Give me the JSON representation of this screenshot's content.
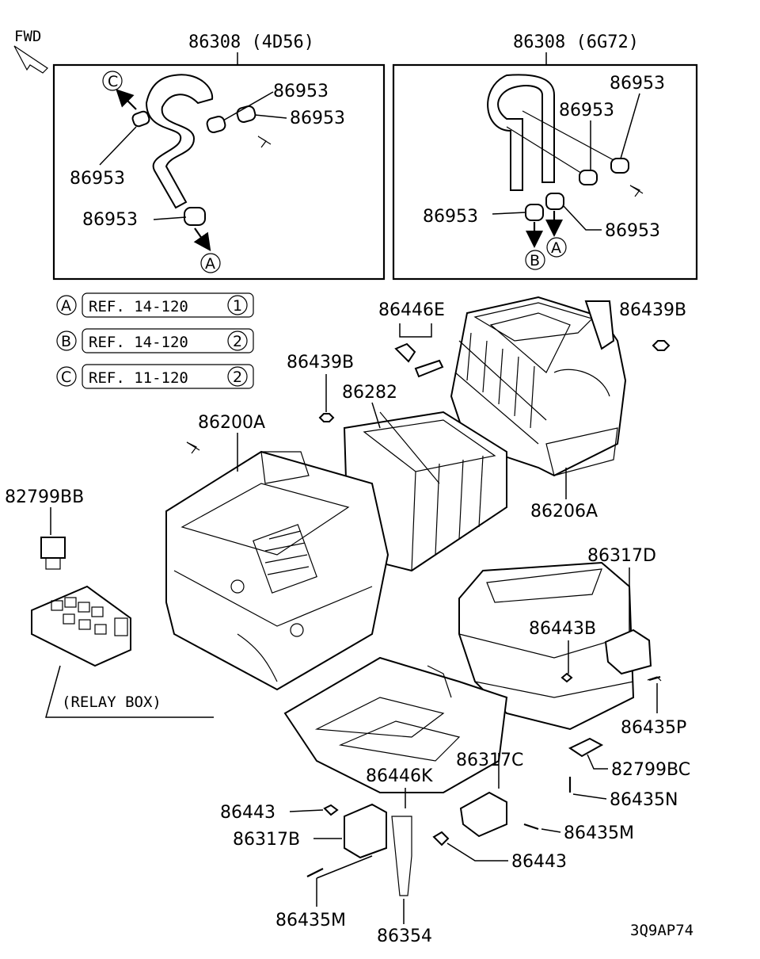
{
  "orientation": {
    "fwd": "FWD"
  },
  "hoses": {
    "left_title": "86308 (4D56)",
    "right_title": "86308 (6G72)",
    "clip": "86953"
  },
  "markers": {
    "a": "A",
    "b": "B",
    "c": "C"
  },
  "references": [
    {
      "marker": "A",
      "text": "REF. 14-120",
      "num": "1"
    },
    {
      "marker": "B",
      "text": "REF. 14-120",
      "num": "2"
    },
    {
      "marker": "C",
      "text": "REF. 11-120",
      "num": "2"
    }
  ],
  "parts": {
    "p86446E": "86446E",
    "p86439B": "86439B",
    "p86282": "86282",
    "p86200A": "86200A",
    "p86206A": "86206A",
    "p82799BB": "82799BB",
    "relay_box": "(RELAY BOX)",
    "p86317D": "86317D",
    "p86443B": "86443B",
    "p86435P": "86435P",
    "p82799BC": "82799BC",
    "p86317C": "86317C",
    "p86446K": "86446K",
    "p86435N": "86435N",
    "p86443": "86443",
    "p86317B": "86317B",
    "p86435M": "86435M",
    "p86354": "86354"
  },
  "drawing_code": "3Q9AP74"
}
